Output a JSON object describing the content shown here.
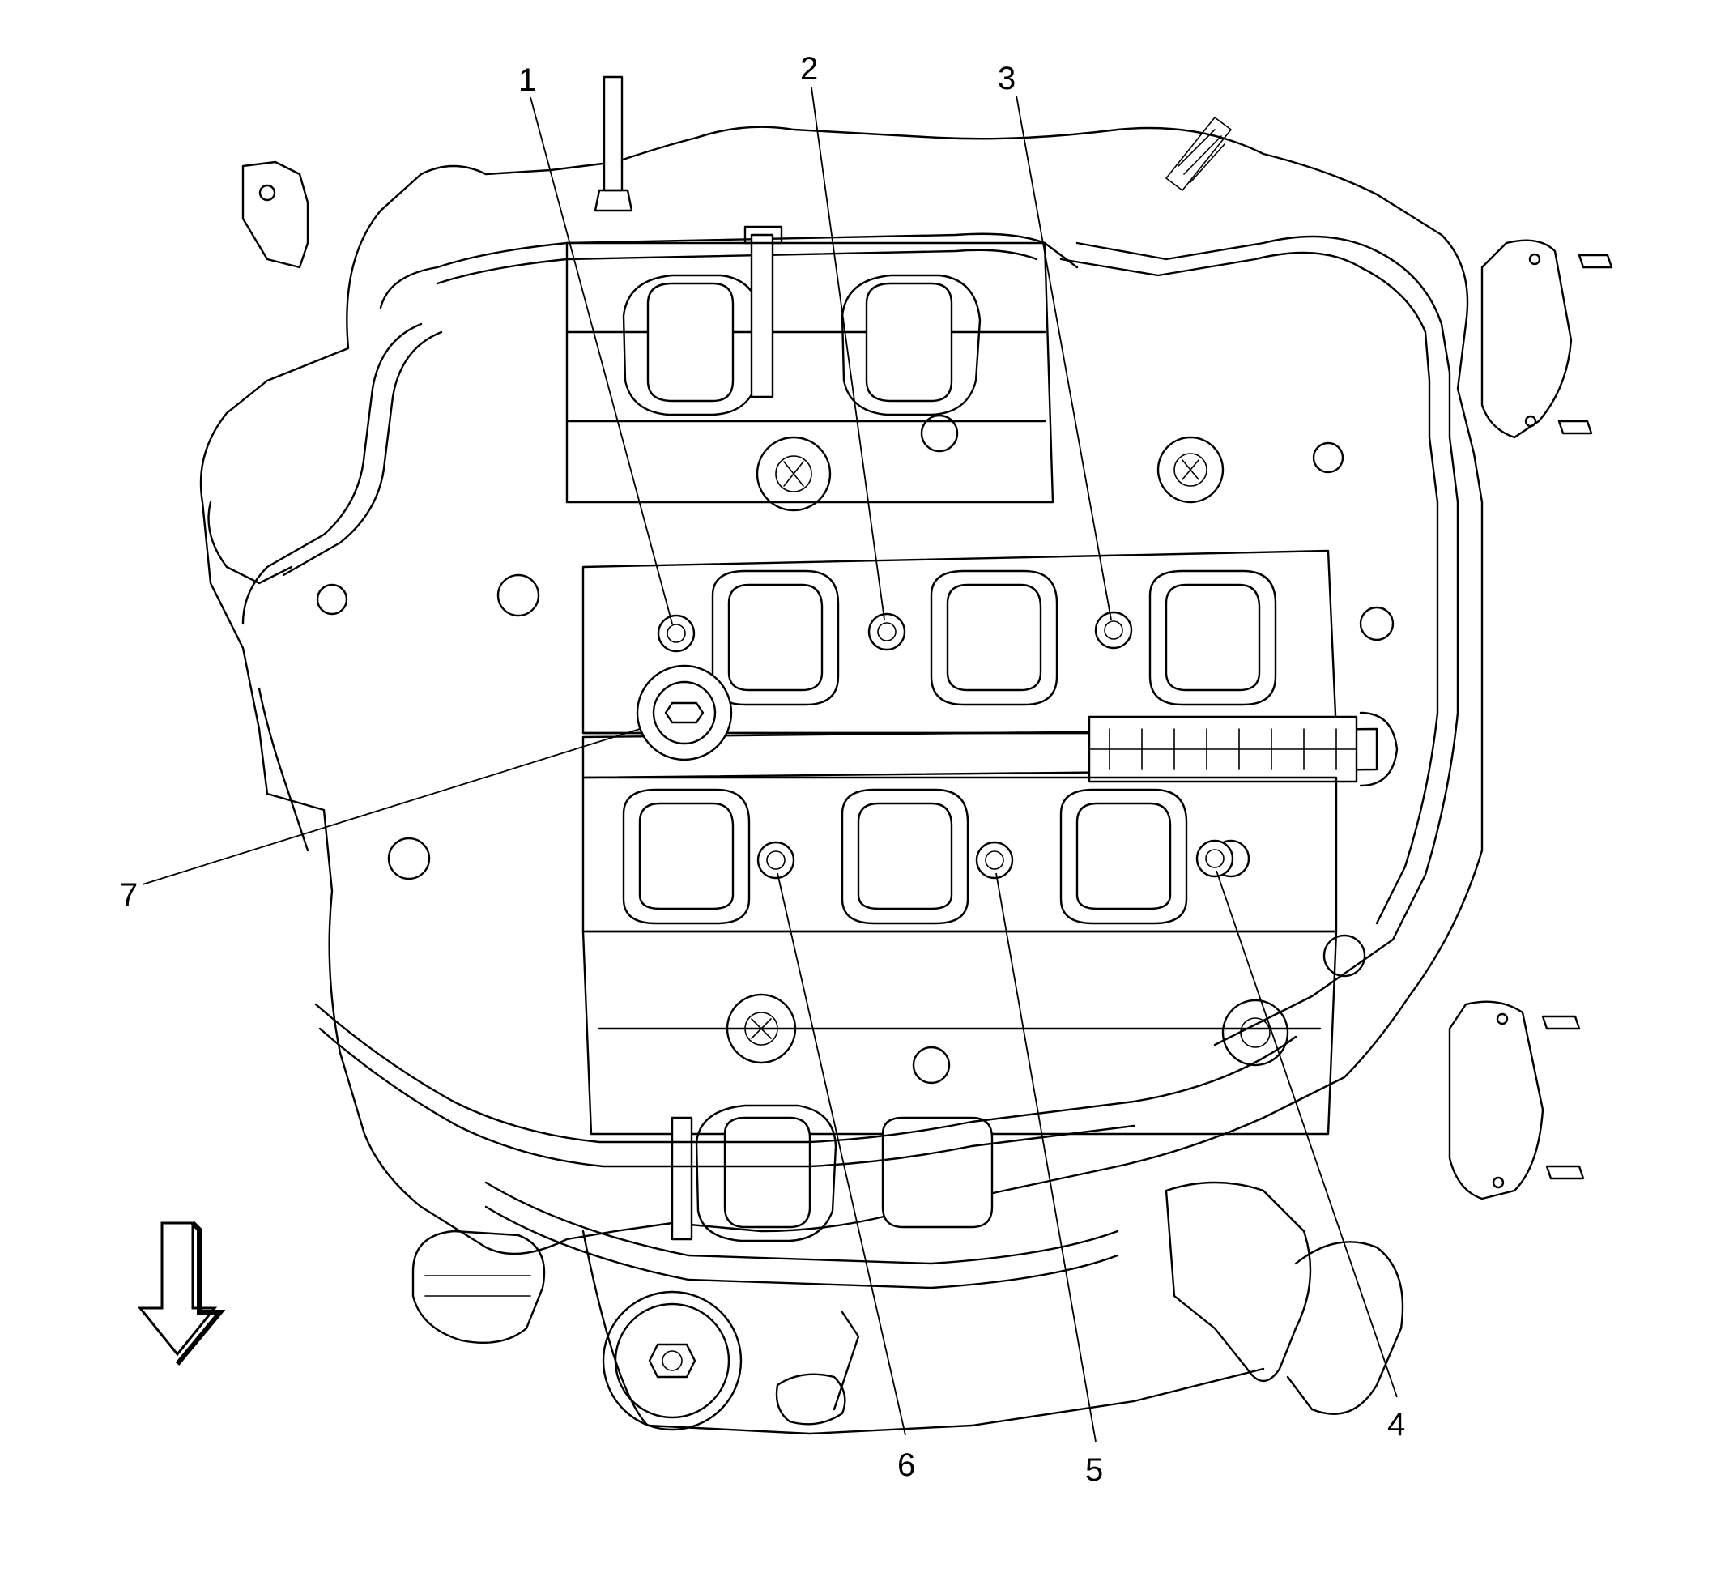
{
  "diagram": {
    "callouts": [
      {
        "id": "1",
        "label": "1"
      },
      {
        "id": "2",
        "label": "2"
      },
      {
        "id": "3",
        "label": "3"
      },
      {
        "id": "4",
        "label": "4"
      },
      {
        "id": "5",
        "label": "5"
      },
      {
        "id": "6",
        "label": "6"
      },
      {
        "id": "7",
        "label": "7"
      }
    ],
    "orientation_arrow": "down-arrow-icon",
    "line_color": "#000000",
    "background_color": "#ffffff"
  }
}
